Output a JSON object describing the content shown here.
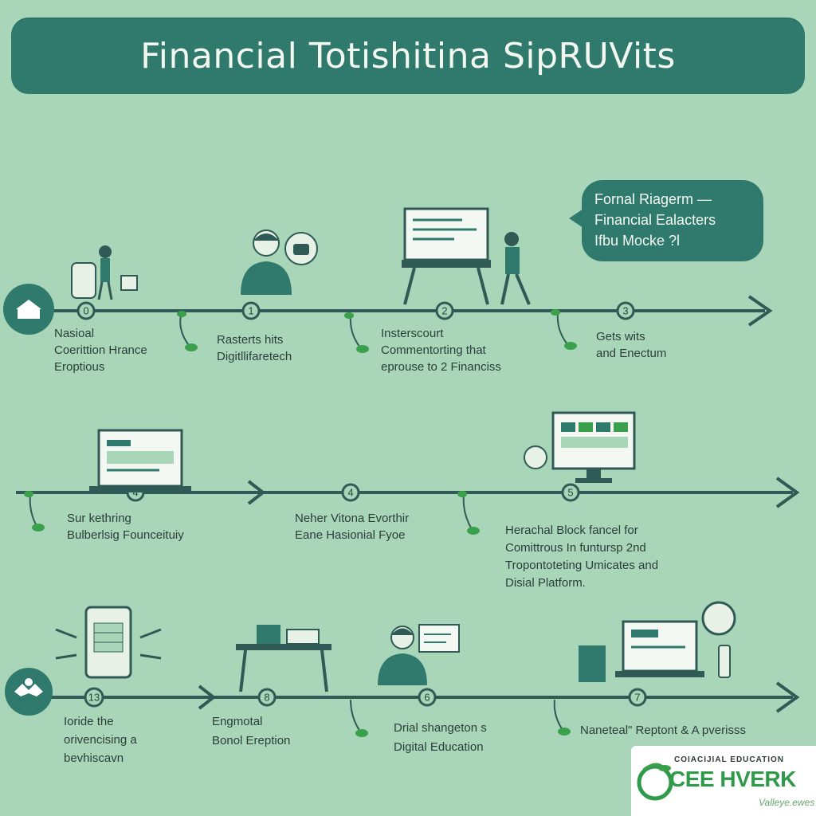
{
  "title": "Financial Totishitina SipRUVits",
  "callout": {
    "lines": [
      "Fornal Riagerm —",
      "Financial Ealacters",
      "Ifbu Mocke ?l"
    ]
  },
  "steps": [
    {
      "number": "0",
      "lines": [
        "Nasioal",
        "Coerittion Hrance",
        "Eroptious"
      ]
    },
    {
      "number": "1",
      "lines": [
        "Rasterts hits",
        "Digitllifaretech"
      ]
    },
    {
      "number": "2",
      "lines": [
        "Insterscourt",
        "Commentorting that",
        "eprouse to 2 Financiss"
      ]
    },
    {
      "number": "3",
      "lines": [
        "Gets wits",
        "and Enectum"
      ]
    },
    {
      "number": "4",
      "lines": [
        "Sur kethring",
        "Bulberlsig Founceituiy"
      ]
    },
    {
      "number": "4",
      "lines": [
        "Neher Vitona Evorthir",
        "Eane Hasionial Fyoe"
      ]
    },
    {
      "number": "5",
      "lines": [
        "Herachal Block fancel for",
        "Comittrous In funtursp 2nd",
        "Tropontoteting Umicates and",
        "Disial Platform."
      ]
    },
    {
      "number": "13",
      "lines": [
        "Ioride the",
        "orivencising a",
        "bevhiscavn"
      ]
    },
    {
      "number": "8",
      "lines": [
        "Engmotal",
        "Bonol Ereption"
      ]
    },
    {
      "number": "6",
      "lines": [
        "Drial shangeton s",
        "Digital Education"
      ]
    },
    {
      "number": "7",
      "lines": [
        "Naneteal\" Reptont & A pverisss"
      ]
    }
  ],
  "badge": {
    "top": "COIACIJIAL EDUCATION",
    "main": "CEE HVERK",
    "sub": "Valleye.ewes"
  },
  "colors": {
    "background": "#a9d6b8",
    "primary": "#2f7a6d",
    "timeline": "#2f5a55",
    "leaf": "#3aa04b",
    "badge_green": "#2f9a4a"
  }
}
